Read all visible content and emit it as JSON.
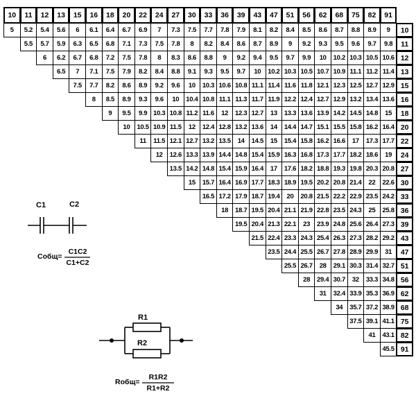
{
  "values": [
    10,
    11,
    12,
    13,
    15,
    16,
    18,
    20,
    22,
    24,
    27,
    30,
    33,
    36,
    39,
    43,
    47,
    51,
    56,
    62,
    68,
    75,
    82,
    91
  ],
  "table": [
    [
      "5",
      "5.2",
      "5.4",
      "5.6",
      "6",
      "6.1",
      "6.4",
      "6.7",
      "6.9",
      "7",
      "7.3",
      "7.5",
      "7.7",
      "7.8",
      "7.9",
      "8.1",
      "8.2",
      "8.4",
      "8.5",
      "8.6",
      "8.7",
      "8.8",
      "8.9",
      "9"
    ],
    [
      "5.5",
      "5.7",
      "5.9",
      "6.3",
      "6.5",
      "6.8",
      "7.1",
      "7.3",
      "7.5",
      "7.8",
      "8",
      "8.2",
      "8.4",
      "8.6",
      "8.7",
      "8.9",
      "9",
      "9.2",
      "9.3",
      "9.5",
      "9.6",
      "9.7",
      "9.8"
    ],
    [
      "6",
      "6.2",
      "6.7",
      "6.8",
      "7.2",
      "7.5",
      "7.8",
      "8",
      "8.3",
      "8.6",
      "8.8",
      "9",
      "9.2",
      "9.4",
      "9.5",
      "9.7",
      "9.9",
      "10",
      "10.2",
      "10.3",
      "10.5",
      "10.6"
    ],
    [
      "6.5",
      "7",
      "7.1",
      "7.5",
      "7.9",
      "8.2",
      "8.4",
      "8.8",
      "9.1",
      "9.3",
      "9.5",
      "9.7",
      "10",
      "10.2",
      "10.3",
      "10.5",
      "10.7",
      "10.9",
      "11.1",
      "11.2",
      "11.4"
    ],
    [
      "7.5",
      "7.7",
      "8.2",
      "8.6",
      "8.9",
      "9.2",
      "9.6",
      "10",
      "10.3",
      "10.6",
      "10.8",
      "11.1",
      "11.4",
      "11.6",
      "11.8",
      "12.1",
      "12.3",
      "12.5",
      "12.7",
      "12.9"
    ],
    [
      "8",
      "8.5",
      "8.9",
      "9.3",
      "9.6",
      "10",
      "10.4",
      "10.8",
      "11.1",
      "11.3",
      "11.7",
      "11.9",
      "12.2",
      "12.4",
      "12.7",
      "12.9",
      "13.2",
      "13.4",
      "13.6"
    ],
    [
      "9",
      "9.5",
      "9.9",
      "10.3",
      "10.8",
      "11.2",
      "11.6",
      "12",
      "12.3",
      "12.7",
      "13",
      "13.3",
      "13.6",
      "13.9",
      "14.2",
      "14.5",
      "14.8",
      "15"
    ],
    [
      "10",
      "10.5",
      "10.9",
      "11.5",
      "12",
      "12.4",
      "12.8",
      "13.2",
      "13.6",
      "14",
      "14.4",
      "14.7",
      "15.1",
      "15.5",
      "15.8",
      "16.2",
      "16.4"
    ],
    [
      "11",
      "11.5",
      "12.1",
      "12.7",
      "13.2",
      "13.5",
      "14",
      "14.5",
      "15",
      "15.4",
      "15.8",
      "16.2",
      "16.6",
      "17",
      "17.3",
      "17.7"
    ],
    [
      "12",
      "12.6",
      "13.3",
      "13.9",
      "14.4",
      "14.8",
      "15.4",
      "15.9",
      "16.3",
      "16.8",
      "17.3",
      "17.7",
      "18.2",
      "18.6",
      "19"
    ],
    [
      "13.5",
      "14.2",
      "14.8",
      "15.4",
      "15.9",
      "16.4",
      "17",
      "17.6",
      "18.2",
      "18.8",
      "19.3",
      "19.8",
      "20.3",
      "20.8"
    ],
    [
      "15",
      "15.7",
      "16.4",
      "16.9",
      "17.7",
      "18.3",
      "18.9",
      "19.5",
      "20.2",
      "20.8",
      "21.4",
      "22",
      "22.6"
    ],
    [
      "16.5",
      "17.2",
      "17.9",
      "18.7",
      "19.4",
      "20",
      "20.8",
      "21.5",
      "22.2",
      "22.9",
      "23.5",
      "24.2"
    ],
    [
      "18",
      "18.7",
      "19.5",
      "20.4",
      "21.1",
      "21.9",
      "22.8",
      "23.5",
      "24.3",
      "25",
      "25.8"
    ],
    [
      "19.5",
      "20.4",
      "21.3",
      "22.1",
      "23",
      "23.9",
      "24.8",
      "25.6",
      "26.4",
      "27.3"
    ],
    [
      "21.5",
      "22.4",
      "23.3",
      "24.3",
      "25.4",
      "26.3",
      "27.3",
      "28.2",
      "29.2"
    ],
    [
      "23.5",
      "24.4",
      "25.5",
      "26.7",
      "27.8",
      "28.9",
      "29.9",
      "31"
    ],
    [
      "25.5",
      "26.7",
      "28",
      "29.1",
      "30.3",
      "31.4",
      "32.7"
    ],
    [
      "28",
      "29.4",
      "30.7",
      "32",
      "33.3",
      "34.8"
    ],
    [
      "31",
      "32.4",
      "33.9",
      "35.3",
      "36.9"
    ],
    [
      "34",
      "35.7",
      "37.2",
      "38.9"
    ],
    [
      "37.5",
      "39.1",
      "41.1"
    ],
    [
      "41",
      "43.1"
    ],
    [
      "45.5"
    ]
  ],
  "capacitor": {
    "label_c1": "C1",
    "label_c2": "C2",
    "lhs": "Cобщ=",
    "numerator": "C1C2",
    "denominator": "C1+C2"
  },
  "resistor": {
    "label_r1": "R1",
    "label_r2": "R2",
    "lhs": "Rобщ=",
    "numerator": "R1R2",
    "denominator": "R1+R2"
  }
}
